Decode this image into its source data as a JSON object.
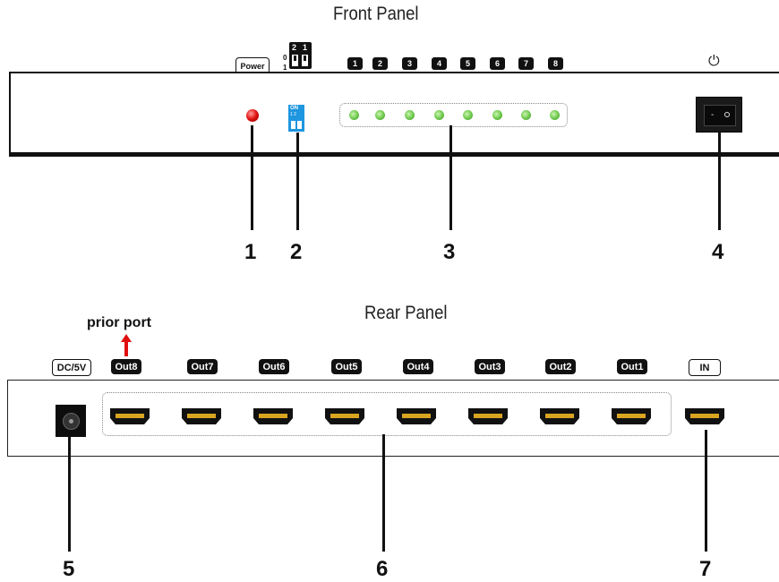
{
  "front_panel": {
    "title": "Front Panel",
    "power_label": "Power",
    "dip_numbers": [
      "2",
      "1"
    ],
    "dip_side_labels": [
      "0",
      "1"
    ],
    "dip_switch_text": [
      "ON",
      "1 2"
    ],
    "channel_labels": [
      "1",
      "2",
      "3",
      "4",
      "5",
      "6",
      "7",
      "8"
    ],
    "power_switch_symbol": "⏻",
    "callouts": [
      "1",
      "2",
      "3",
      "4"
    ]
  },
  "rear_panel": {
    "title": "Rear Panel",
    "prior_port_label": "prior port",
    "dc_label": "DC/5V",
    "output_labels": [
      "Out8",
      "Out7",
      "Out6",
      "Out5",
      "Out4",
      "Out3",
      "Out2",
      "Out1"
    ],
    "input_label": "IN",
    "callouts": [
      "5",
      "6",
      "7"
    ]
  },
  "colors": {
    "power_led": "#e01010",
    "channel_led": "#6cc84a",
    "dip_switch": "#1e96e0",
    "prior_arrow": "#e01010",
    "hdmi_gold": "#d9a520"
  }
}
